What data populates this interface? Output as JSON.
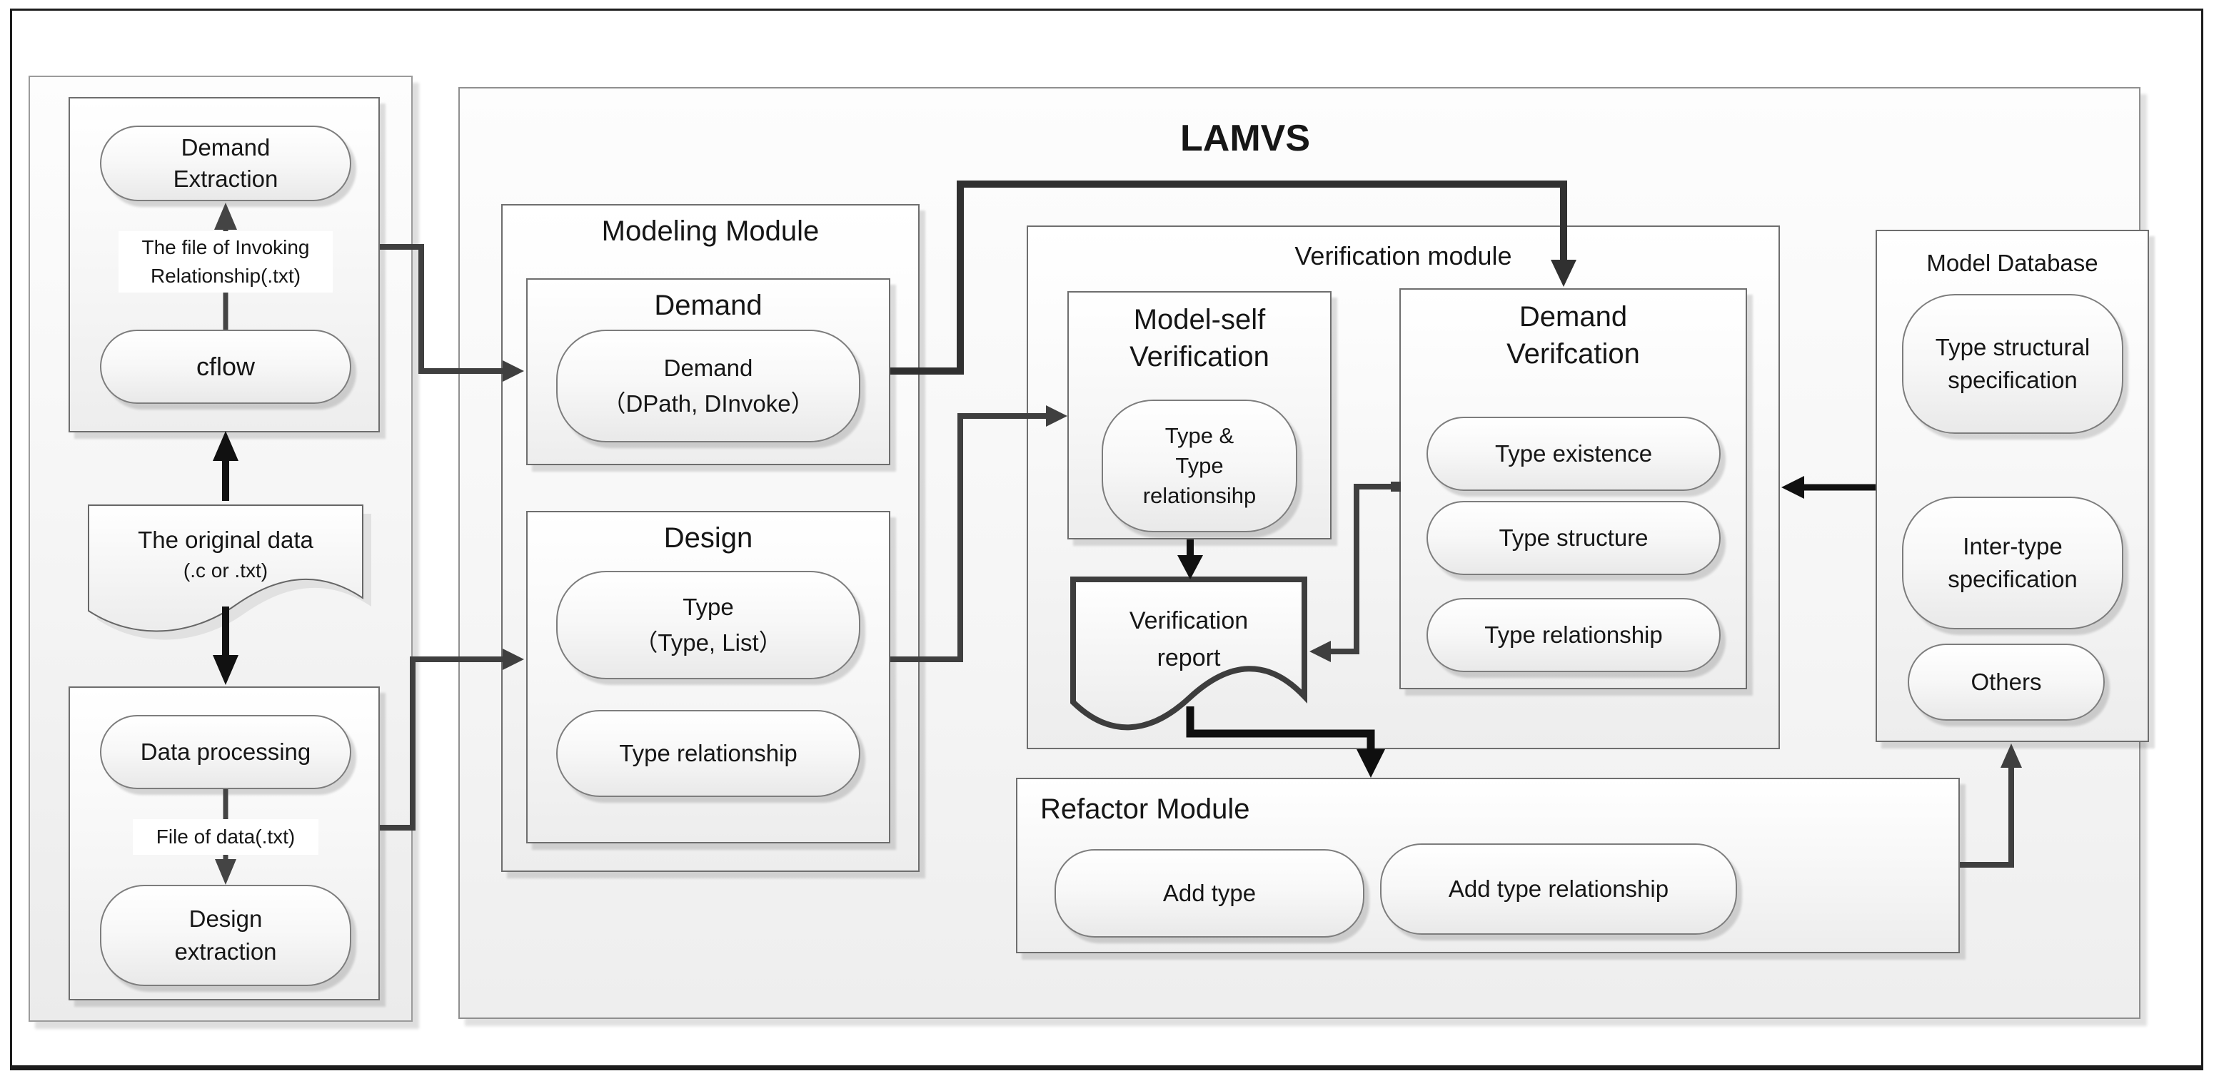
{
  "diagram_title": "LAMVS",
  "pipeline": {
    "demand_extraction": "Demand\nExtraction",
    "invoking_file_label": "The file of Invoking\nRelationship(.txt)",
    "cflow": "cflow",
    "original_data_line1": "The original data",
    "original_data_line2": "(.c or .txt)",
    "data_processing": "Data processing",
    "file_of_data_label": "File of data(.txt)",
    "design_extraction": "Design\nextraction"
  },
  "modeling_module": {
    "title": "Modeling Module",
    "demand_box": {
      "title": "Demand",
      "pill": "Demand\n（DPath, DInvoke）"
    },
    "design_box": {
      "title": "Design",
      "type_pill": "Type\n（Type, List）",
      "relationship_pill": "Type relationship"
    }
  },
  "verification_module": {
    "title": "Verification module",
    "model_self": {
      "title": "Model-self\nVerification",
      "pill": "Type &\nType\nrelationsihp"
    },
    "demand_verification": {
      "title": "Demand\nVerifcation",
      "pills": [
        "Type existence",
        "Type structure",
        "Type relationship"
      ]
    },
    "report": "Verification\nreport"
  },
  "refactor_module": {
    "title": "Refactor Module",
    "pills": [
      "Add type",
      "Add type relationship"
    ]
  },
  "model_database": {
    "title": "Model Database",
    "pills": [
      "Type structural\nspecification",
      "Inter-type\nspecification",
      "Others"
    ]
  },
  "colors": {
    "connector_dark": "#3f3f3f",
    "connector_black": "#111111",
    "box_border": "#6e6e6e"
  }
}
